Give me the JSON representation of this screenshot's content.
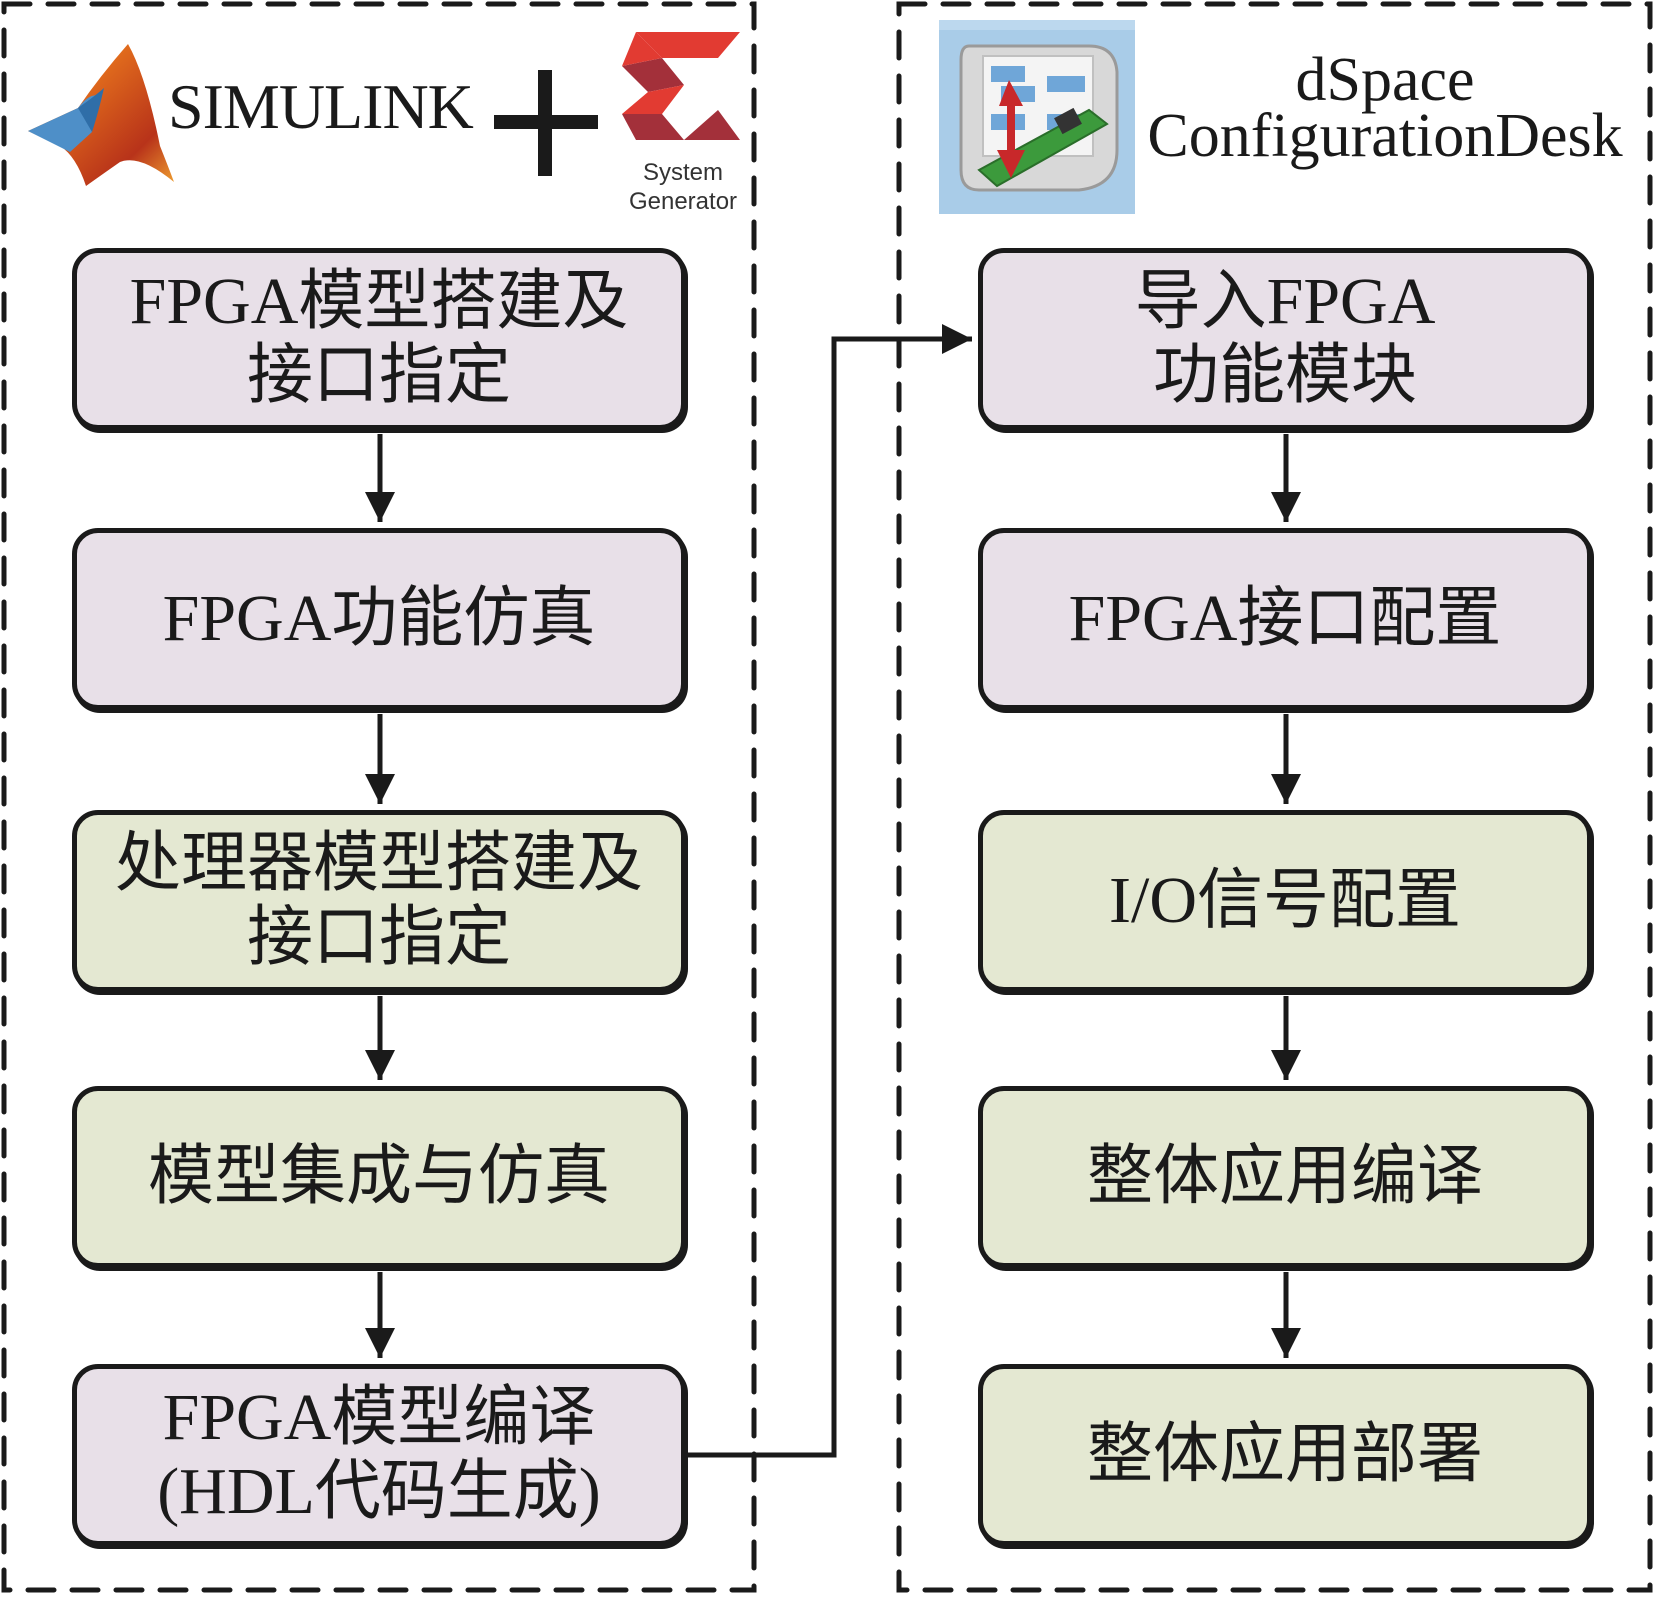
{
  "left_panel": {
    "logo_text": "SIMULINK",
    "plus_sign": "+",
    "sysgen_label_line1": "System",
    "sysgen_label_line2": "Generator",
    "steps": [
      {
        "label": "FPGA模型搭建及\n接口指定",
        "color": "pink"
      },
      {
        "label": "FPGA功能仿真",
        "color": "pink"
      },
      {
        "label": "处理器模型搭建及\n接口指定",
        "color": "green"
      },
      {
        "label": "模型集成与仿真",
        "color": "green"
      },
      {
        "label": "FPGA模型编译\n(HDL代码生成)",
        "color": "pink"
      }
    ]
  },
  "right_panel": {
    "title_line1": "dSpace",
    "title_line2": "ConfigurationDesk",
    "steps": [
      {
        "label": "导入FPGA\n功能模块",
        "color": "pink"
      },
      {
        "label": "FPGA接口配置",
        "color": "pink"
      },
      {
        "label": "I/O信号配置",
        "color": "green"
      },
      {
        "label": "整体应用编译",
        "color": "green"
      },
      {
        "label": "整体应用部署",
        "color": "green"
      }
    ]
  },
  "colors": {
    "pink_fill": "#e8e0e8",
    "green_fill": "#e4e8d2",
    "stroke": "#1a1a1a",
    "xilinx_red": "#e23b32",
    "xilinx_dark_red": "#a3303a",
    "dspace_icon_bg": "#a9cce8"
  }
}
